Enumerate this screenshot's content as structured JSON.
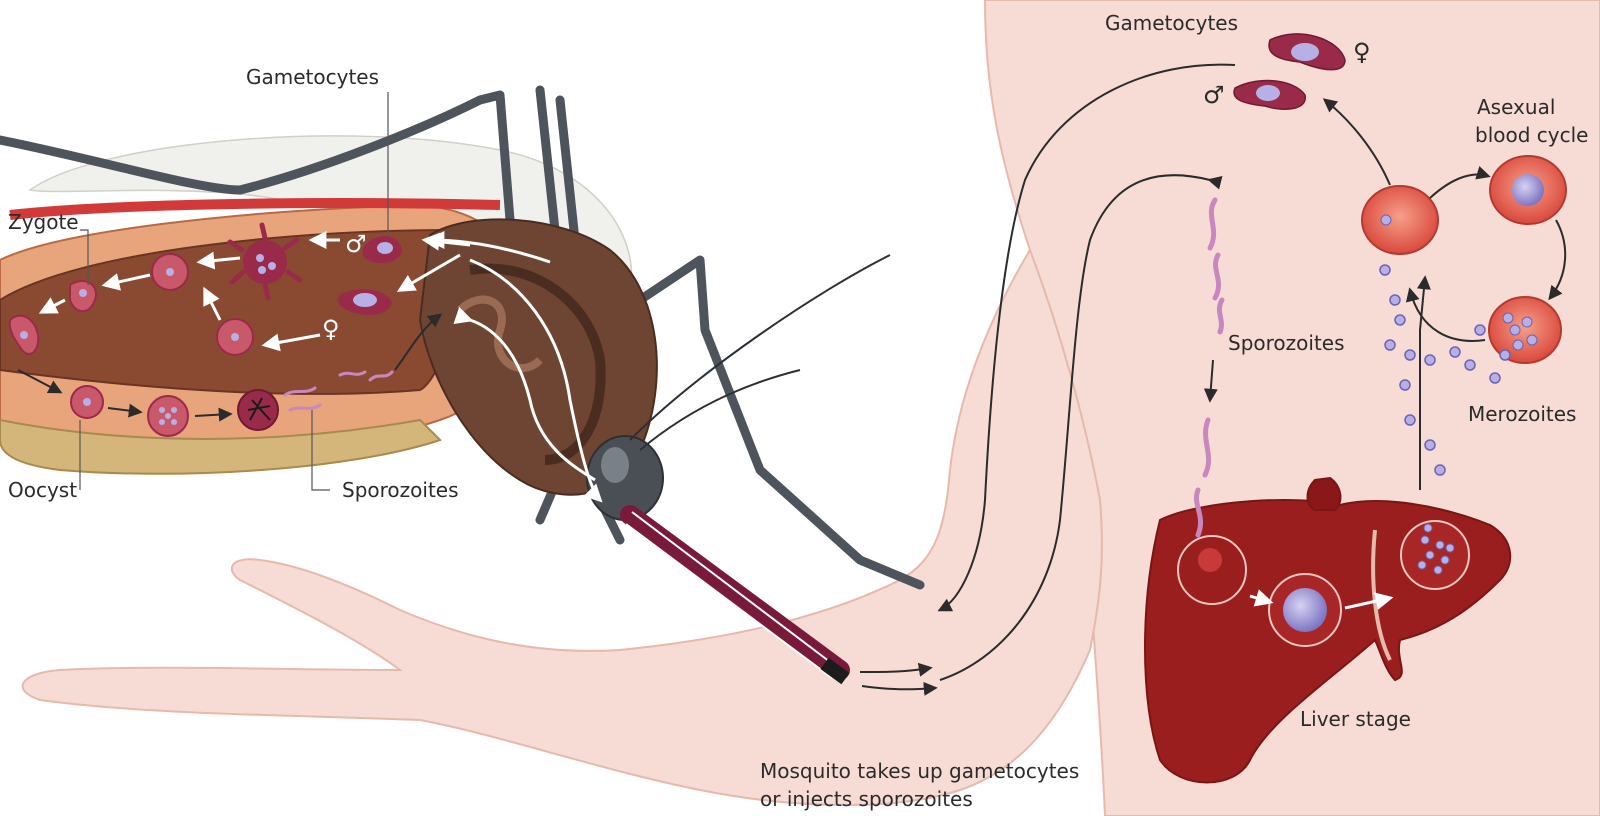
{
  "labels": {
    "gametocytes_mosquito": "Gametocytes",
    "zygote": "Zygote",
    "oocyst": "Oocyst",
    "sporozoites_mosquito": "Sporozoites",
    "gametocytes_human": "Gametocytes",
    "asexual_line1": "Asexual",
    "asexual_line2": "blood cycle",
    "sporozoites_human": "Sporozoites",
    "merozoites": "Merozoites",
    "liver_stage": "Liver stage",
    "caption_line1": "Mosquito takes up gametocytes",
    "caption_line2": "or injects sporozoites"
  },
  "symbols": {
    "male": "♂",
    "female": "♀"
  },
  "colors": {
    "skin": "#f6dcd4",
    "skin_outline": "#e6b9ad",
    "liver": "#9b1e1e",
    "liver_dark": "#7a1515",
    "cell_red": "#d9564a",
    "parasite": "#a8a0d8",
    "mosquito_body": "#5a5f66",
    "gut": "#8a4a32",
    "gametocyte": "#9a2a4a"
  }
}
